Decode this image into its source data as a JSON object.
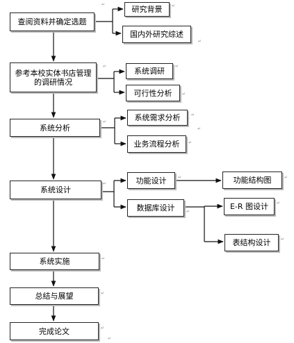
{
  "nodes": {
    "n1": "查阅资料并确定选题",
    "n1a": "研究背景",
    "n1b": "国内外研究综述",
    "n2": "参考本校实体书店管理的调研情况",
    "n2a": "系统调研",
    "n2b": "可行性分析",
    "n3": "系统分析",
    "n3a": "系统需求分析",
    "n3b": "业务流程分析",
    "n4": "系统设计",
    "n4a": "功能设计",
    "n4a1": "功能结构图",
    "n4b": "数据库设计",
    "n4b1": "E-R 图设计",
    "n4b2": "表结构设计",
    "n5": "系统实施",
    "n6": "总结与展望",
    "n7": "完成论文"
  },
  "mark_glyph": "↵",
  "colors": {
    "line": "#111111",
    "border": "#222222",
    "shadow": "#b8b8b8"
  }
}
